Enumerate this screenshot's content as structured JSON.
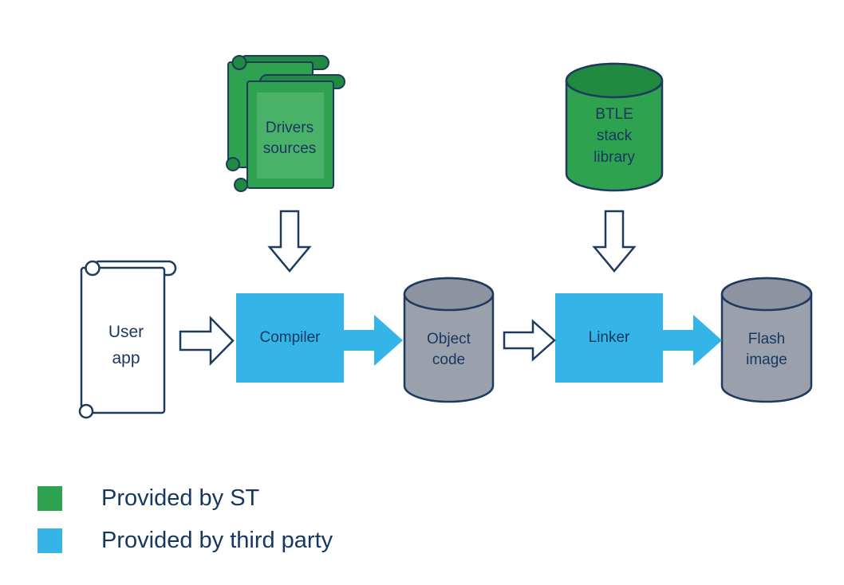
{
  "diagram": {
    "nodes": {
      "drivers_sources": {
        "label": "Drivers\nsources",
        "shape": "scroll-pair",
        "provider": "st"
      },
      "btle_stack_library": {
        "label": "BTLE\nstack\nlibrary",
        "shape": "cylinder",
        "provider": "st"
      },
      "user_app": {
        "label": "User\napp",
        "shape": "scroll",
        "provider": "neutral"
      },
      "compiler": {
        "label": "Compiler",
        "shape": "rect",
        "provider": "third_party"
      },
      "object_code": {
        "label": "Object\ncode",
        "shape": "cylinder",
        "provider": "neutral"
      },
      "linker": {
        "label": "Linker",
        "shape": "rect",
        "provider": "third_party"
      },
      "flash_image": {
        "label": "Flash\nimage",
        "shape": "cylinder",
        "provider": "neutral"
      }
    },
    "legend": {
      "items": [
        {
          "label": "Provided by ST",
          "swatch_color": "#2fa24f"
        },
        {
          "label": "Provided by third party",
          "swatch_color": "#35b4e8"
        }
      ]
    },
    "colors": {
      "st_green": "#2fa24f",
      "st_green_dark": "#1f8a40",
      "st_green_light": "#6cc487",
      "third_party_blue": "#35b4e8",
      "neutral_gray": "#9aa1ad",
      "neutral_gray_dark": "#8d93a0",
      "outline_navy": "#1e3a5e",
      "text_navy": "#17375e"
    }
  }
}
